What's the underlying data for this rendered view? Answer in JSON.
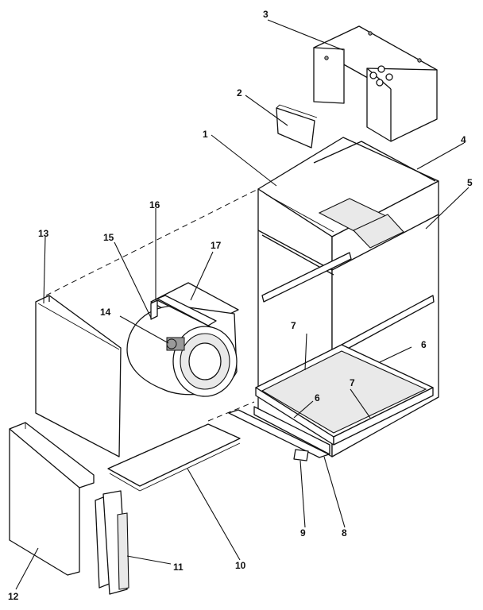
{
  "callouts": {
    "c1": "1",
    "c2": "2",
    "c3": "3",
    "c4": "4",
    "c5": "5",
    "c6a": "6",
    "c6b": "6",
    "c7a": "7",
    "c7b": "7",
    "c8": "8",
    "c9": "9",
    "c10": "10",
    "c11": "11",
    "c12": "12",
    "c13": "13",
    "c14": "14",
    "c15": "15",
    "c16": "16",
    "c17": "17"
  }
}
